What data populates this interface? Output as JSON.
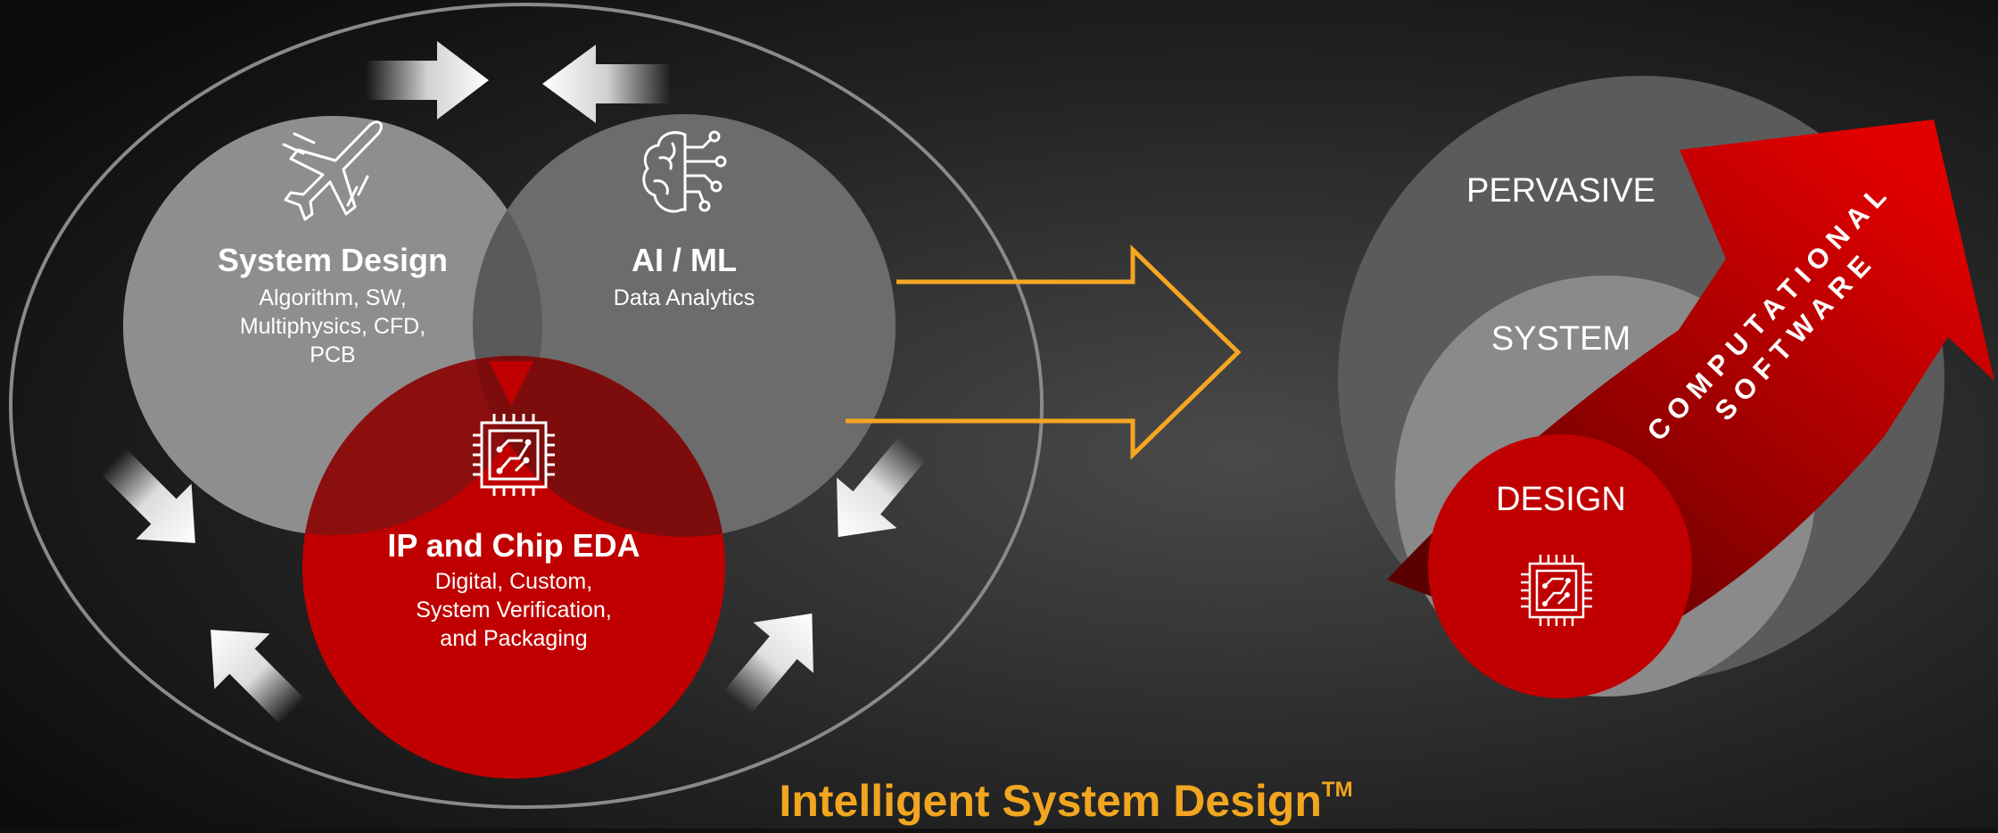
{
  "venn": {
    "system_design": {
      "title": "System Design",
      "lines": [
        "Algorithm, SW,",
        "Multiphysics, CFD,",
        "PCB"
      ],
      "icon": "airplane-icon"
    },
    "ai_ml": {
      "title": "AI / ML",
      "lines": [
        "Data Analytics"
      ],
      "icon": "brain-circuit-icon"
    },
    "ip_chip": {
      "title": "IP and Chip EDA",
      "lines": [
        "Digital, Custom,",
        "System Verification,",
        "and Packaging"
      ],
      "icon": "chip-icon"
    }
  },
  "footer": {
    "title": "Intelligent System Design",
    "trademark": "TM"
  },
  "layers": {
    "pervasive": "PERVASIVE",
    "system": "SYSTEM",
    "design": "DESIGN",
    "design_icon": "chip-icon"
  },
  "arrow_label": {
    "line1": "COMPUTATIONAL",
    "line2": "SOFTWARE"
  },
  "colors": {
    "accent_orange": "#F5A623",
    "title_gold": "#F2A51F",
    "red": "#C00000",
    "gray_light": "#8C8C8C",
    "gray_mid": "#6E6E6E"
  }
}
